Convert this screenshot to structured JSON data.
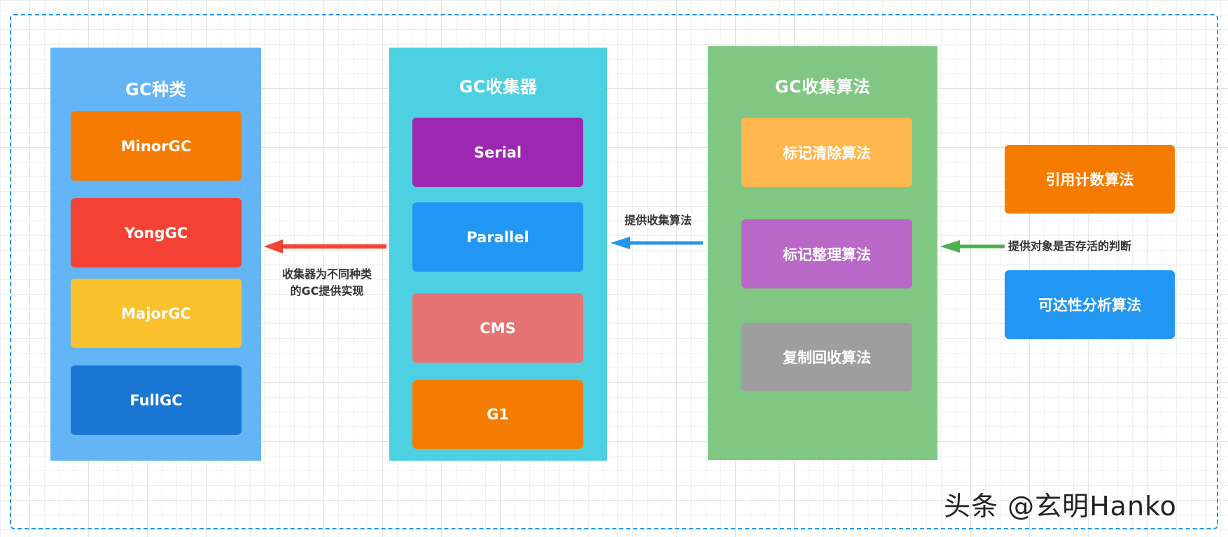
{
  "diagram": {
    "frame_color": "#2196F3",
    "columns": [
      {
        "id": "gc-types",
        "title": "GC种类",
        "color": "#64B5F6",
        "items": [
          {
            "label": "MinorGC",
            "color": "#F57C00"
          },
          {
            "label": "YongGC",
            "color": "#F44336"
          },
          {
            "label": "MajorGC",
            "color": "#FBC02D"
          },
          {
            "label": "FullGC",
            "color": "#1976D2"
          }
        ]
      },
      {
        "id": "gc-collectors",
        "title": "GC收集器",
        "color": "#4DD0E1",
        "items": [
          {
            "label": "Serial",
            "color": "#9C27B0"
          },
          {
            "label": "Parallel",
            "color": "#2196F3"
          },
          {
            "label": "CMS",
            "color": "#E57373"
          },
          {
            "label": "G1",
            "color": "#F57C00"
          }
        ]
      },
      {
        "id": "gc-algorithms",
        "title": "GC收集算法",
        "color": "#81C784",
        "items": [
          {
            "label": "标记清除算法",
            "color": "#FFB74D"
          },
          {
            "label": "标记整理算法",
            "color": "#BA68C8"
          },
          {
            "label": "复制回收算法",
            "color": "#9E9E9E"
          }
        ]
      }
    ],
    "liveness_algorithms": [
      {
        "label": "引用计数算法",
        "color": "#F57C00"
      },
      {
        "label": "可达性分析算法",
        "color": "#2196F3"
      }
    ],
    "edges": [
      {
        "from": "gc-collectors",
        "to": "gc-types",
        "color": "#F44336",
        "label_lines": [
          "收集器为不同种类",
          "的GC提供实现"
        ]
      },
      {
        "from": "gc-algorithms",
        "to": "gc-collectors",
        "color": "#2196F3",
        "label": "提供收集算法"
      },
      {
        "from": "liveness-algorithms",
        "to": "gc-algorithms",
        "color": "#4CAF50",
        "label": "提供对象是否存活的判断"
      }
    ]
  },
  "watermark": "头条 @玄明Hanko"
}
